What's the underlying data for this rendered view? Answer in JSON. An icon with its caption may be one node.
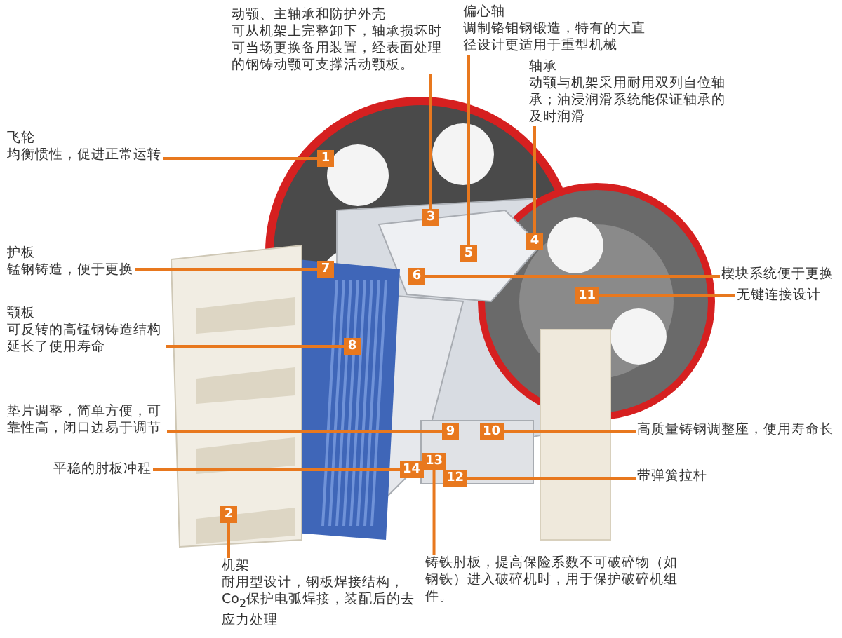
{
  "diagram": {
    "nodes": [
      {
        "text": [
          "飞轮",
          "均衡惯性，促进正常运转"
        ]
      },
      {
        "text": [
          "动颚、主轴承和防护外壳",
          "可从机架上完整卸下，轴承损坏时可当场更换备用装置，经表面处理的钢铸动颚可支撑活动颚板。"
        ]
      },
      {
        "text": [
          "偏心轴",
          "调制铬钼钢锻造，特有的大直径设计更适用于重型机械"
        ]
      },
      {
        "text": [
          "轴承",
          "动颚与机架采用耐用双列自位轴承；油浸润滑系统能保证轴承的及时润滑"
        ]
      },
      {
        "text": [
          "护板",
          "锰钢铸造，便于更换"
        ]
      },
      {
        "text": [
          "颚板",
          "可反转的高锰钢铸造结构延长了使用寿命"
        ]
      },
      {
        "text": [
          "垫片调整，简单方便，可靠性高，闭口边易于调节"
        ]
      },
      {
        "text": [
          "平稳的肘板冲程"
        ]
      },
      {
        "text": [
          "机架",
          "耐用型设计，钢板焊接结构，Co$_{2}$保护电弧焊接，装配后的去应力处理"
        ]
      },
      {
        "text": [
          "楔块系统便于更换"
        ]
      },
      {
        "text": [
          "无键连接设计"
        ]
      },
      {
        "text": [
          "高质量铸钢调整座，使用寿命长"
        ]
      },
      {
        "text": [
          "带弹簧拉杆"
        ]
      },
      {
        "text": [
          "铸铁肘板，提高保险系数不可破碎物（如钢铁）进入破碎机时，用于保护破碎机组件。"
        ]
      },
      {
        "text": [
          "1"
        ]
      },
      {
        "text": [
          "2"
        ]
      },
      {
        "text": [
          "3"
        ]
      },
      {
        "text": [
          "4"
        ]
      },
      {
        "text": [
          "5"
        ]
      },
      {
        "text": [
          "6"
        ]
      },
      {
        "text": [
          "7"
        ]
      },
      {
        "text": [
          "8"
        ]
      },
      {
        "text": [
          "9"
        ]
      },
      {
        "text": [
          "10"
        ]
      },
      {
        "text": [
          "11"
        ]
      },
      {
        "text": [
          "12"
        ]
      },
      {
        "text": [
          "13"
        ]
      },
      {
        "text": [
          "14"
        ]
      }
    ],
    "edges": [
      {
        "from": 0,
        "to": 14,
        "arrow": "none"
      },
      {
        "from": 1,
        "to": 16,
        "arrow": "none"
      },
      {
        "from": 2,
        "to": 18,
        "arrow": "none"
      },
      {
        "from": 3,
        "to": 17,
        "arrow": "none"
      },
      {
        "from": 4,
        "to": 20,
        "arrow": "none"
      },
      {
        "from": 5,
        "to": 21,
        "arrow": "none"
      },
      {
        "from": 6,
        "to": 22,
        "arrow": "none"
      },
      {
        "from": 7,
        "to": 27,
        "arrow": "none"
      },
      {
        "from": 8,
        "to": 15,
        "arrow": "none"
      },
      {
        "from": 9,
        "to": 19,
        "arrow": "none"
      },
      {
        "from": 10,
        "to": 24,
        "arrow": "none"
      },
      {
        "from": 11,
        "to": 23,
        "arrow": "none"
      },
      {
        "from": 12,
        "to": 25,
        "arrow": "none"
      },
      {
        "from": 13,
        "to": 26,
        "arrow": "none"
      }
    ]
  }
}
